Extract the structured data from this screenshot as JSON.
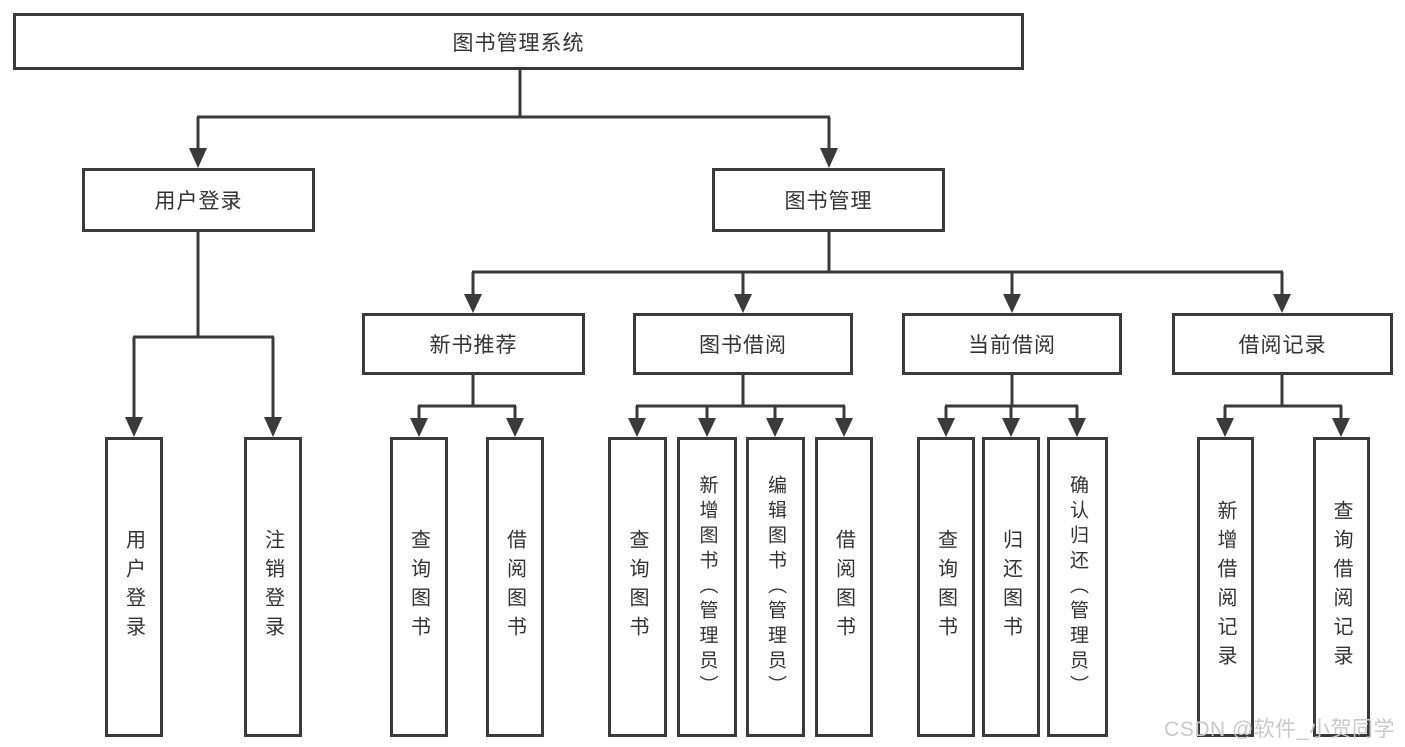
{
  "diagram": {
    "root": {
      "label": "图书管理系统"
    },
    "branches": [
      {
        "label": "用户登录",
        "children": [
          {
            "label": "用户登录"
          },
          {
            "label": "注销登录"
          }
        ]
      },
      {
        "label": "图书管理",
        "children": [
          {
            "label": "新书推荐",
            "children": [
              {
                "label": "查询图书"
              },
              {
                "label": "借阅图书"
              }
            ]
          },
          {
            "label": "图书借阅",
            "children": [
              {
                "label": "查询图书"
              },
              {
                "label": "新增图书（管理员）"
              },
              {
                "label": "编辑图书（管理员）"
              },
              {
                "label": "借阅图书"
              }
            ]
          },
          {
            "label": "当前借阅",
            "children": [
              {
                "label": "查询图书"
              },
              {
                "label": "归还图书"
              },
              {
                "label": "确认归还（管理员）"
              }
            ]
          },
          {
            "label": "借阅记录",
            "children": [
              {
                "label": "新增借阅记录"
              },
              {
                "label": "查询借阅记录"
              }
            ]
          }
        ]
      }
    ]
  },
  "watermark": {
    "text": "CSDN @软件_小贺同学"
  },
  "colors": {
    "line": "#3a3a3a",
    "box_background": "#ffffff",
    "text": "#333333",
    "watermark": "#c9c9c9"
  }
}
